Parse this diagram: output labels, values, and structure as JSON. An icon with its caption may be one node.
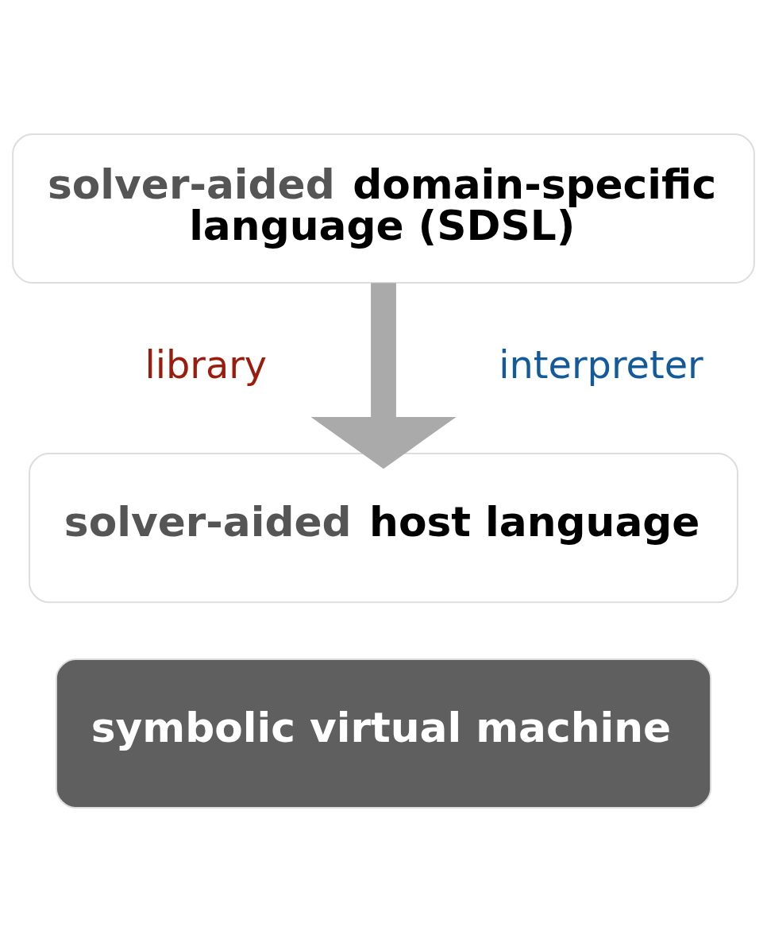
{
  "diagram": {
    "nodes": [
      {
        "text": [
          "solver-aided domain-specific language (SDSL)"
        ]
      },
      {
        "text": [
          "solver-aided host language"
        ]
      },
      {
        "text": [
          "symbolic virtual machine"
        ]
      }
    ],
    "edges": [
      {
        "from": 0,
        "to": 1,
        "arrow": "to",
        "color": "#aaaaaa"
      }
    ],
    "labels": [
      "library",
      "interpreter"
    ]
  }
}
